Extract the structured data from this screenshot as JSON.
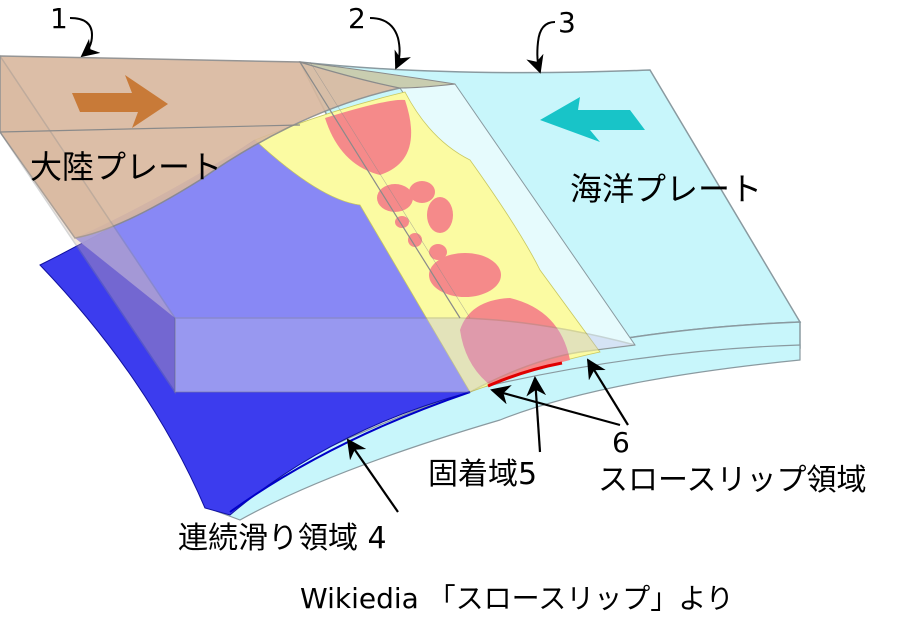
{
  "labels": {
    "continental_plate": "大陸プレート",
    "oceanic_plate": "海洋プレート",
    "locked_zone": "固着域5",
    "slow_slip_region": "スロースリップ領域",
    "continuous_slip_region": "連続滑り領域 4",
    "n1": "1",
    "n2": "2",
    "n3": "3",
    "n6": "6"
  },
  "source": "Wikiedia 「スロースリップ」より",
  "colors": {
    "continental": "#d9b89e",
    "continental_side": "#c8b3c6",
    "oceanic": "#c8f6fb",
    "oceanic_pale": "#e6fbfd",
    "continuous_slip": "#3c3cee",
    "continuous_slip_overlay": "#8c8cf4",
    "slow_slip": "#fbfba2",
    "locked": "#f58a8a",
    "plate_arrow_continental": "#c87a38",
    "plate_arrow_oceanic": "#18c4c8",
    "boundary_red": "#e00000",
    "boundary_blue": "#0000c8"
  }
}
